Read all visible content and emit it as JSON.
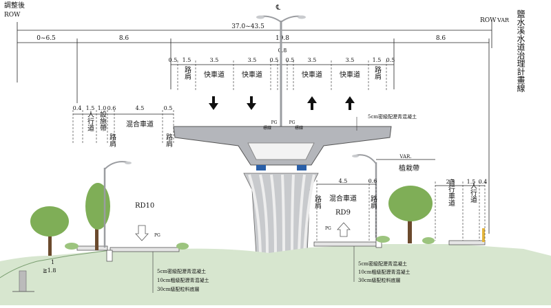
{
  "header": {
    "title_left": "調整後",
    "row_left": "ROW",
    "row_right": "ROW",
    "var_right": "VAR",
    "centerline_symbol": "℄"
  },
  "dimensions": {
    "total": "37.0~43.5",
    "seg_a": "0~6.5",
    "seg_b": "8.6",
    "seg_mid": "19.8",
    "seg_c": "8.6",
    "median": "0.8",
    "top_lanes": [
      "0.5",
      "1.5",
      "3.5",
      "3.5",
      "0.5",
      "0.5",
      "3.5",
      "3.5",
      "1.5",
      "0.5"
    ],
    "left_lower": [
      "0.4",
      "1.5",
      "1.0",
      "0.6",
      "4.5",
      "0.5"
    ],
    "right_lower": [
      "4.5",
      "0.6",
      "2.5",
      "1.5",
      "0.4"
    ],
    "right_var": "VAR."
  },
  "labels": {
    "shoulder": "路肩",
    "fast_lane": "快車道",
    "mixed_lane": "混合車道",
    "sidewalk": "人行道",
    "facility_strip": "設施帶",
    "planting_strip": "植栽帶",
    "bike_lane": "自行車道",
    "planning_line": "鹽水溪水道治理計畫線",
    "rd10": "RD10",
    "rd9": "RD9",
    "pg": "PG",
    "marking": "標線",
    "slope_top": "1",
    "slope_bottom": "≧1.8"
  },
  "notes": {
    "deck_top": "5cm密級配瀝青混凝土",
    "left_layers": [
      "5cm密級配瀝青混凝土",
      "10cm粗級配瀝青混凝土",
      "30cm級配粒料底層"
    ],
    "right_layers": [
      "5cm密級配瀝青混凝土",
      "10cm粗級配瀝青混凝土",
      "30cm級配粒料底層"
    ]
  },
  "colors": {
    "deck": "#b4b6bb",
    "pier": "#c8cacd",
    "bearing": "#2a5fa8",
    "tree": "#7fae57",
    "ground": "#d7e6cf",
    "marker": "#e3b43a"
  }
}
